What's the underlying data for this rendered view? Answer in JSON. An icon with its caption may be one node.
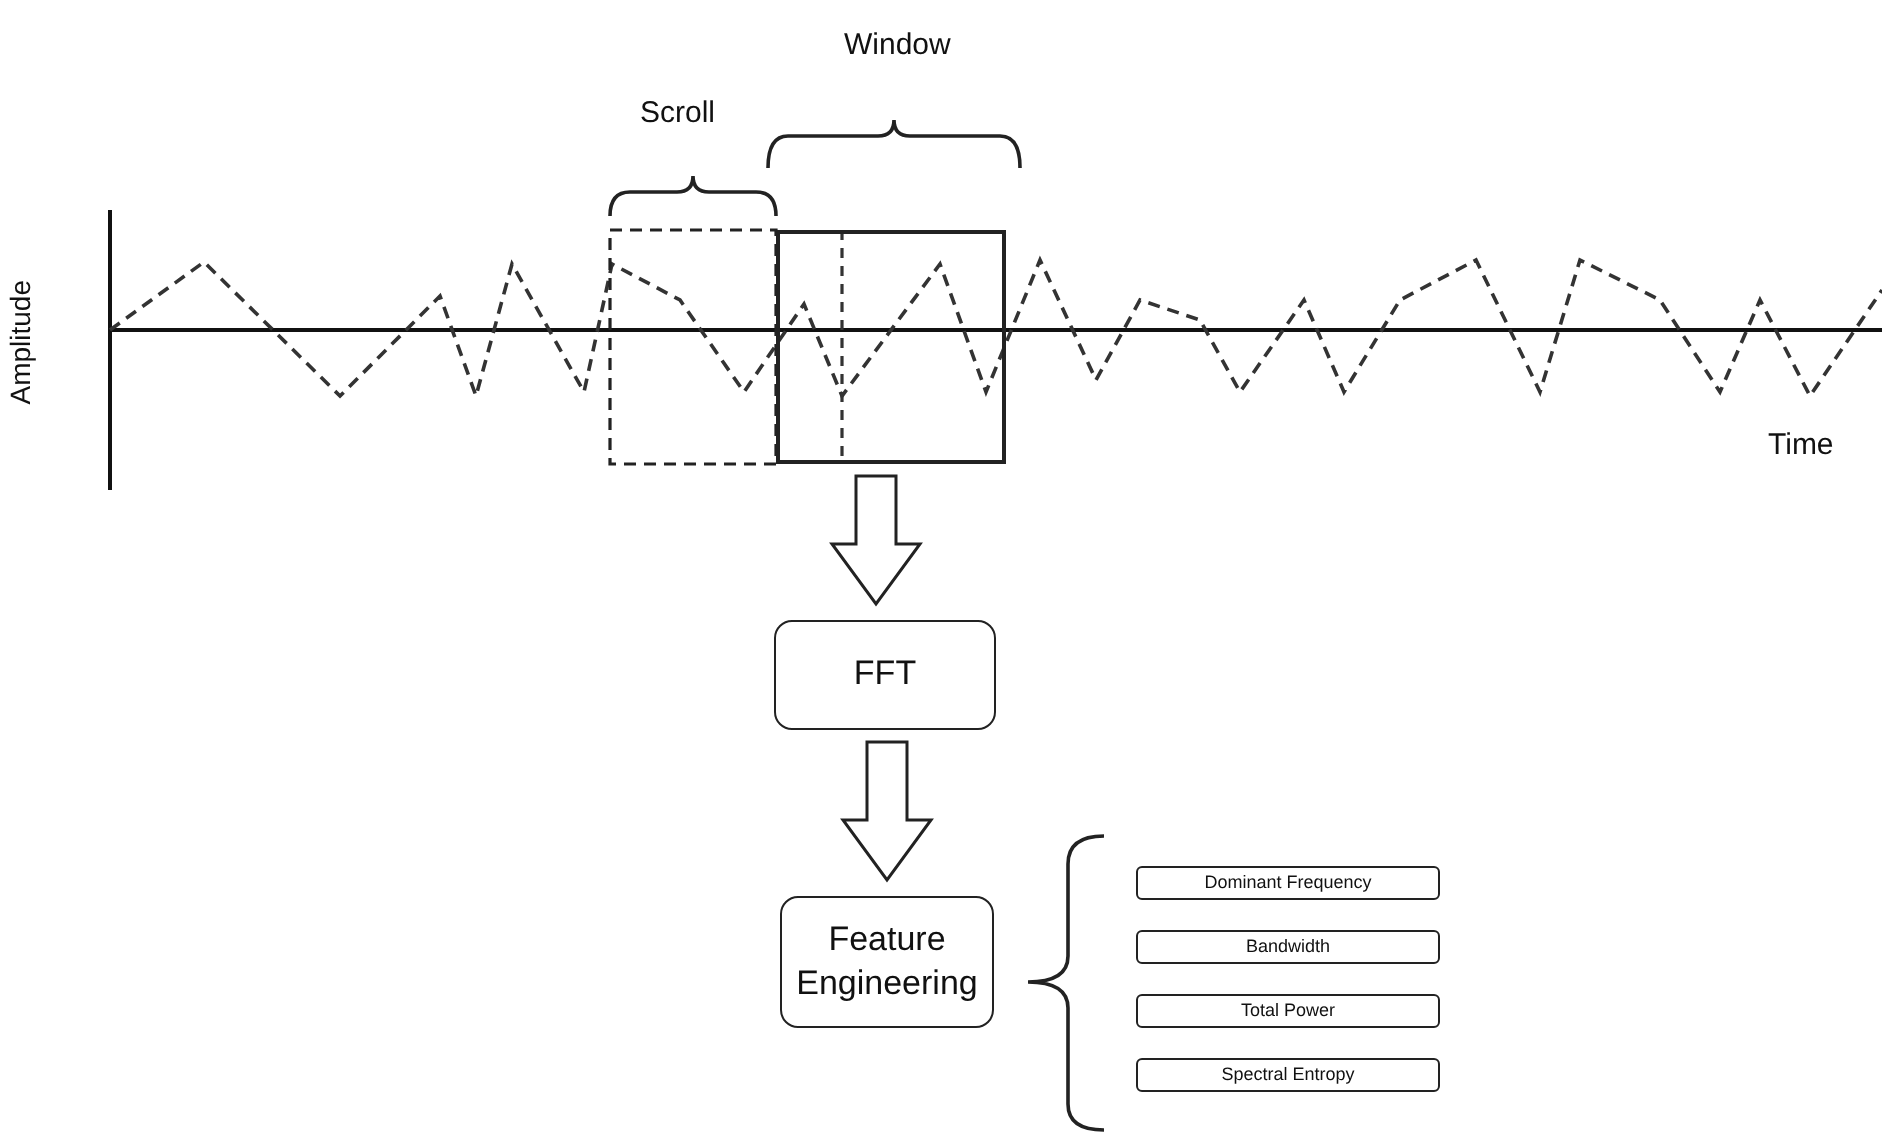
{
  "diagram": {
    "nodes": [
      {
        "text": [],
        "shape": "box"
      },
      {
        "text": [
          "FFT"
        ]
      },
      {
        "text": [
          "Feature Engineering"
        ]
      },
      {
        "text": [
          "Dominant Frequency"
        ]
      },
      {
        "text": [
          "Bandwidth"
        ]
      },
      {
        "text": [
          "Total Power"
        ]
      },
      {
        "text": [
          "Spectral Entropy"
        ]
      }
    ],
    "edges": [
      {
        "from": 0,
        "to": 1,
        "arrow": "to"
      },
      {
        "from": 1,
        "to": 2,
        "arrow": "to"
      }
    ],
    "labels": [
      "Window",
      "Scroll",
      "Amplitude",
      "Time"
    ]
  }
}
